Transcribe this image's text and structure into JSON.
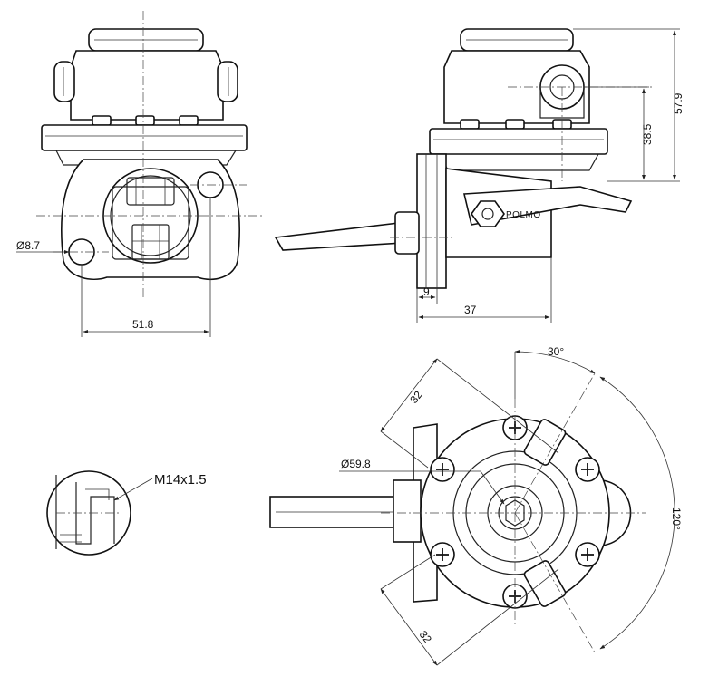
{
  "dimensions": {
    "flange_width": "51.8",
    "hole_diameter": "Ø8.7",
    "overall_height": "57.9",
    "outlet_height": "38.5",
    "flange_thickness": "9",
    "lever_depth": "37",
    "body_diameter": "Ø59.8",
    "port_offset_top": "32",
    "port_offset_bottom": "32",
    "angle_small": "30°",
    "angle_large": "120°"
  },
  "labels": {
    "brand": "POLMO",
    "thread": "M14x1.5"
  }
}
